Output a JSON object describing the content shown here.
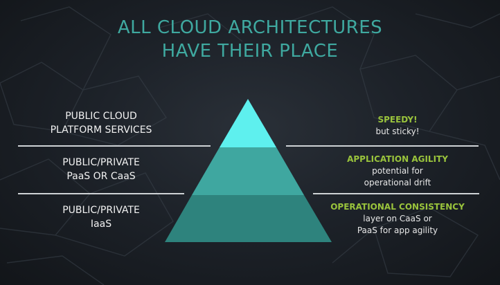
{
  "title_line1": "ALL CLOUD ARCHITECTURES",
  "title_line2": "HAVE THEIR PLACE",
  "tiers": [
    {
      "left_line1": "PUBLIC CLOUD",
      "left_line2": "PLATFORM SERVICES",
      "right_heading": "SPEEDY!",
      "right_line1": "but sticky!",
      "right_line2": "",
      "color": "#5ef0ee"
    },
    {
      "left_line1": "PUBLIC/PRIVATE",
      "left_line2": "PaaS OR CaaS",
      "right_heading": "APPLICATION AGILITY",
      "right_line1": "potential for",
      "right_line2": "operational drift",
      "color": "#3fa7a0"
    },
    {
      "left_line1": "PUBLIC/PRIVATE",
      "left_line2": "IaaS",
      "right_heading": "OPERATIONAL CONSISTENCY",
      "right_line1": "layer on CaaS or",
      "right_line2": "PaaS for app agility",
      "color": "#2e837d"
    }
  ],
  "colors": {
    "title": "#3fa9a0",
    "heading_accent": "#9ac43c",
    "rule": "#cfd3d6"
  }
}
